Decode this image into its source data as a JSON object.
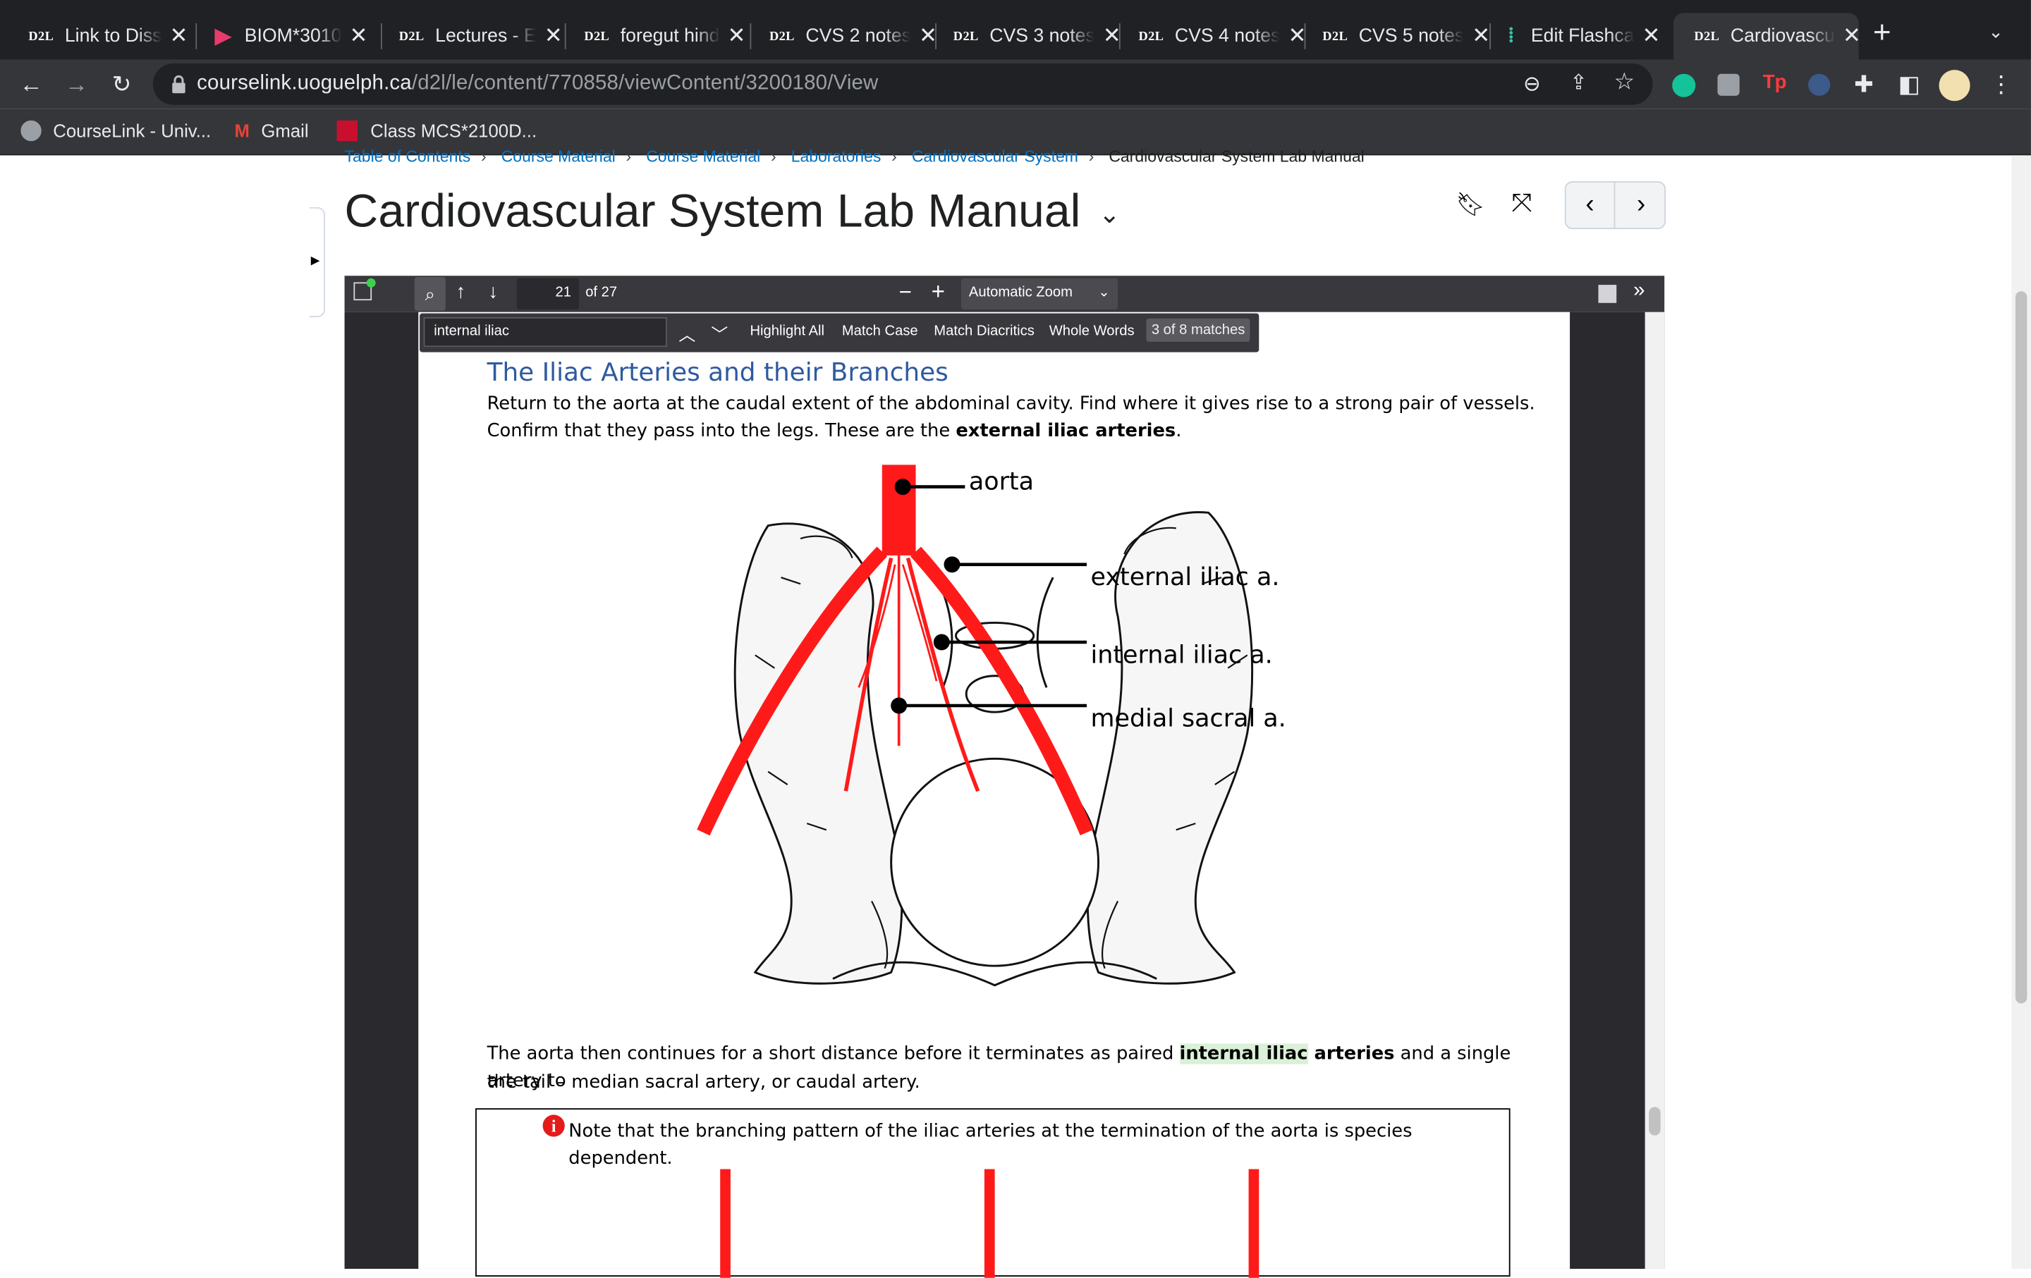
{
  "tabs": [
    {
      "fav": "D2L",
      "label": "Link to Diss"
    },
    {
      "fav": "▶",
      "label": "BIOM*3010"
    },
    {
      "fav": "D2L",
      "label": "Lectures - E"
    },
    {
      "fav": "D2L",
      "label": "foregut hind"
    },
    {
      "fav": "D2L",
      "label": "CVS 2 notes"
    },
    {
      "fav": "D2L",
      "label": "CVS 3 notes"
    },
    {
      "fav": "D2L",
      "label": "CVS 4 notes"
    },
    {
      "fav": "D2L",
      "label": "CVS 5 notes"
    },
    {
      "fav": "⁞",
      "label": "Edit Flashca"
    },
    {
      "fav": "D2L",
      "label": "Cardiovascu"
    }
  ],
  "new_tab": "+",
  "omnibox": {
    "host": "courselink.uoguelph.ca",
    "path": "/d2l/le/content/770858/viewContent/3200180/View"
  },
  "bookmarks": [
    {
      "label": "CourseLink - Univ..."
    },
    {
      "label": "Gmail"
    },
    {
      "label": "Class MCS*2100D..."
    }
  ],
  "breadcrumbs": [
    "Table of Contents",
    "Course Material",
    "Course Material",
    "Laboratories",
    "Cardiovascular System",
    "Cardiovascular System Lab Manual"
  ],
  "page_title": "Cardiovascular System Lab Manual",
  "pdf": {
    "page_number": "21",
    "page_count": "of 27",
    "zoom": "Automatic Zoom",
    "find": {
      "query": "internal iliac",
      "options": [
        "Highlight All",
        "Match Case",
        "Match Diacritics",
        "Whole Words"
      ],
      "result": "3 of 8 matches"
    }
  },
  "doc": {
    "heading": "The Iliac Arteries and their Branches",
    "para1_line1": "Return to the aorta at the caudal extent of the abdominal cavity.  Find where it gives rise to a strong pair of vessels.",
    "para1_line2_pre": "Confirm that they pass into the legs.  These are the ",
    "para1_line2_bold": "external iliac arteries",
    "para1_line2_post": ".",
    "labels": [
      "aorta",
      "external iliac a.",
      "internal iliac a.",
      "medial sacral a."
    ],
    "para2_pre": "The aorta then continues for a short distance before it terminates as paired ",
    "para2_hl": "internal iliac",
    "para2_bold": " arteries",
    "para2_post": " and a single artery to",
    "para2_line2": "the tail – median sacral artery, or caudal artery.",
    "note": "Note that the branching pattern of the iliac arteries at the termination of the aorta is species dependent."
  },
  "colors": {
    "artery": "#ff1a1a",
    "highlight": "#dbf0d8",
    "link": "#006fbf"
  }
}
